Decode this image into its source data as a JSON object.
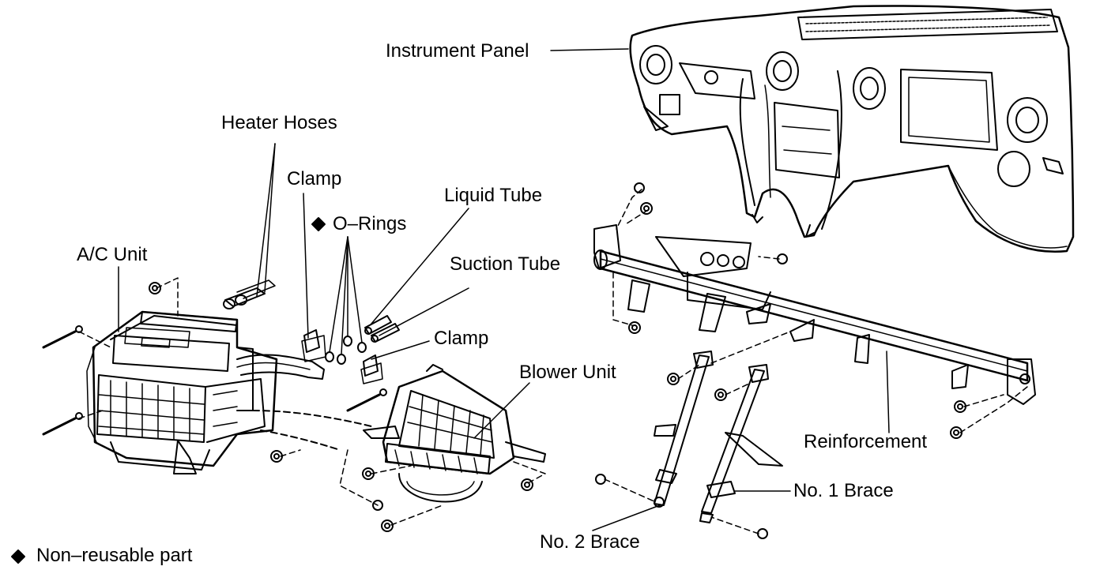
{
  "labels": {
    "instrument_panel": "Instrument Panel",
    "heater_hoses": "Heater Hoses",
    "clamp_top": "Clamp",
    "o_rings": "O–Rings",
    "liquid_tube": "Liquid Tube",
    "suction_tube": "Suction Tube",
    "ac_unit": "A/C Unit",
    "clamp_mid": "Clamp",
    "blower_unit": "Blower Unit",
    "reinforcement": "Reinforcement",
    "no1_brace": "No. 1 Brace",
    "no2_brace": "No. 2 Brace"
  },
  "legend": {
    "symbol": "◆",
    "text": "Non–reusable part"
  },
  "non_reusable_marks": [
    "o_rings"
  ],
  "colors": {
    "ink": "#000000",
    "paper": "#ffffff"
  }
}
